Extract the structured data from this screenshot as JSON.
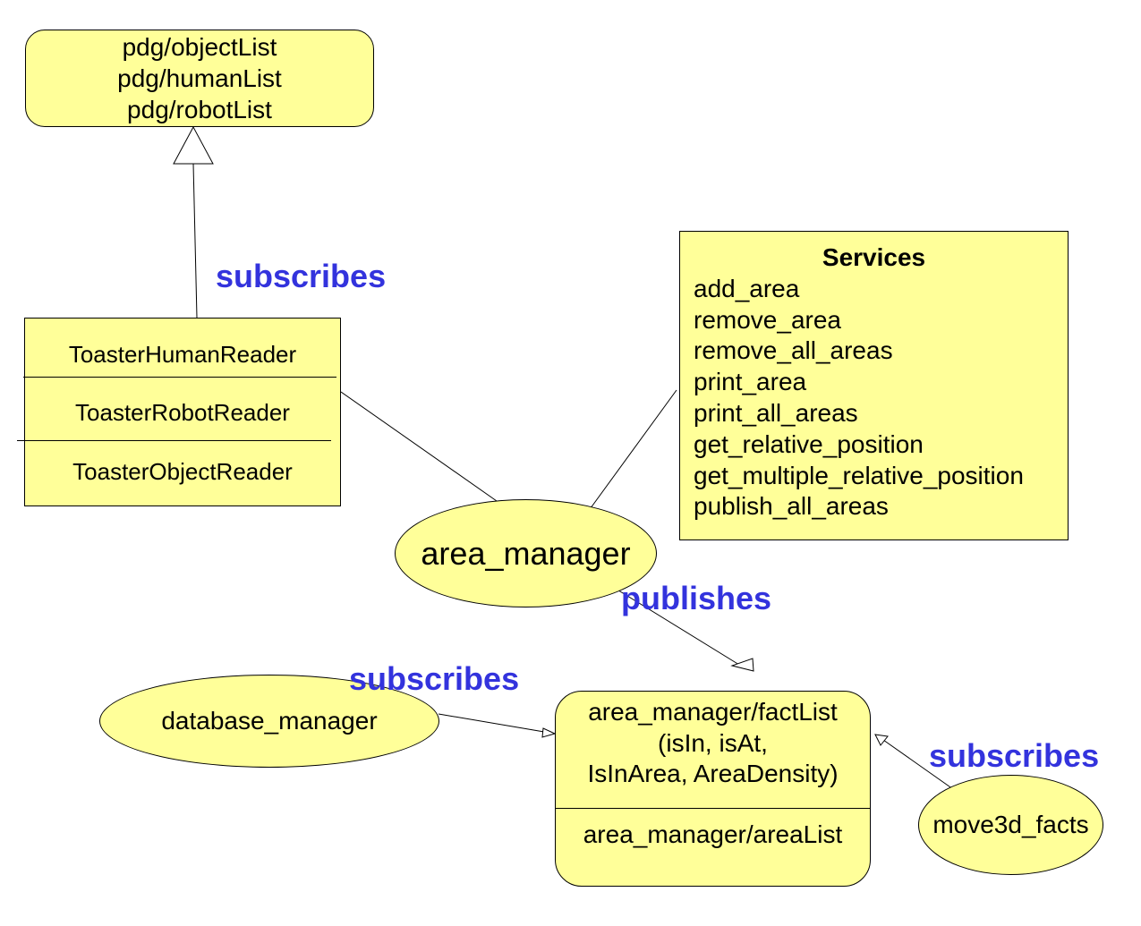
{
  "topics_box": {
    "lines": [
      "pdg/objectList",
      "pdg/humanList",
      "pdg/robotList"
    ]
  },
  "readers_box": {
    "rows": [
      "ToasterHumanReader",
      "ToasterRobotReader",
      "ToasterObjectReader"
    ]
  },
  "services_box": {
    "title": "Services",
    "items": [
      "add_area",
      "remove_area",
      "remove_all_areas",
      "print_area",
      "print_all_areas",
      "get_relative_position",
      "get_multiple_relative_position",
      "publish_all_areas"
    ]
  },
  "nodes": {
    "area_manager": "area_manager",
    "database_manager": "database_manager",
    "move3d_facts": "move3d_facts"
  },
  "factlist_box": {
    "lines": [
      "area_manager/factList",
      "(isIn, isAt,",
      "IsInArea, AreaDensity)"
    ],
    "area_list": "area_manager/areaList"
  },
  "edge_labels": {
    "readers_subscribes": "subscribes",
    "area_manager_publishes": "publishes",
    "database_subscribes": "subscribes",
    "move3d_subscribes": "subscribes"
  },
  "colors": {
    "node_fill": "#ffff99",
    "label_text": "#3333dd",
    "stroke": "#000000"
  }
}
